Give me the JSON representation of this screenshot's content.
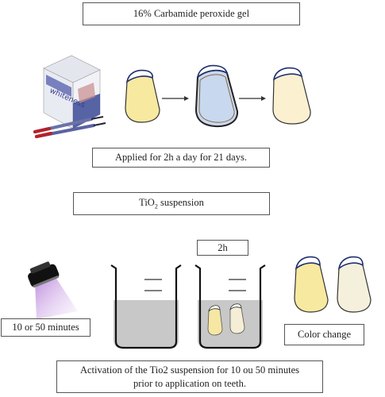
{
  "top_section": {
    "gel_label": "16% Carbamide peroxide gel",
    "product_brand": "whiteness",
    "applied_label": "Applied for 2h a day for 21 days."
  },
  "bottom_section": {
    "suspension_prefix": "TiO",
    "suspension_subscript": "2",
    "suspension_suffix": " suspension",
    "minutes_label": "10 or 50 minutes",
    "hours_label": "2h",
    "color_change_label": "Color change",
    "activation_line1": "Activation of the Tio2 suspension for 10 ou 50 minutes",
    "activation_line2": "prior to application on teeth."
  },
  "colors": {
    "tooth_yellow": "#f8e9a0",
    "tooth_blue": "#c8d8ef",
    "tooth_cream": "#fbf0cf",
    "tooth_pale": "#f5f0dc",
    "uv_light": "#a56ccc",
    "liquid_gray": "#c8c8c8",
    "box_border": "#555555"
  }
}
